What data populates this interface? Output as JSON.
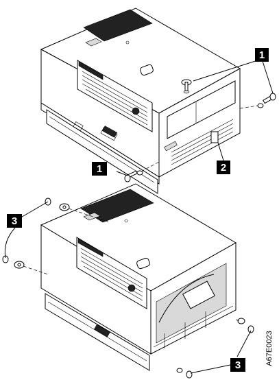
{
  "callouts": {
    "top_left": "1",
    "top_right": "1",
    "bezel": "2",
    "bottom_left": "3",
    "bottom_right": "3"
  },
  "figure_id": "A67E0023"
}
